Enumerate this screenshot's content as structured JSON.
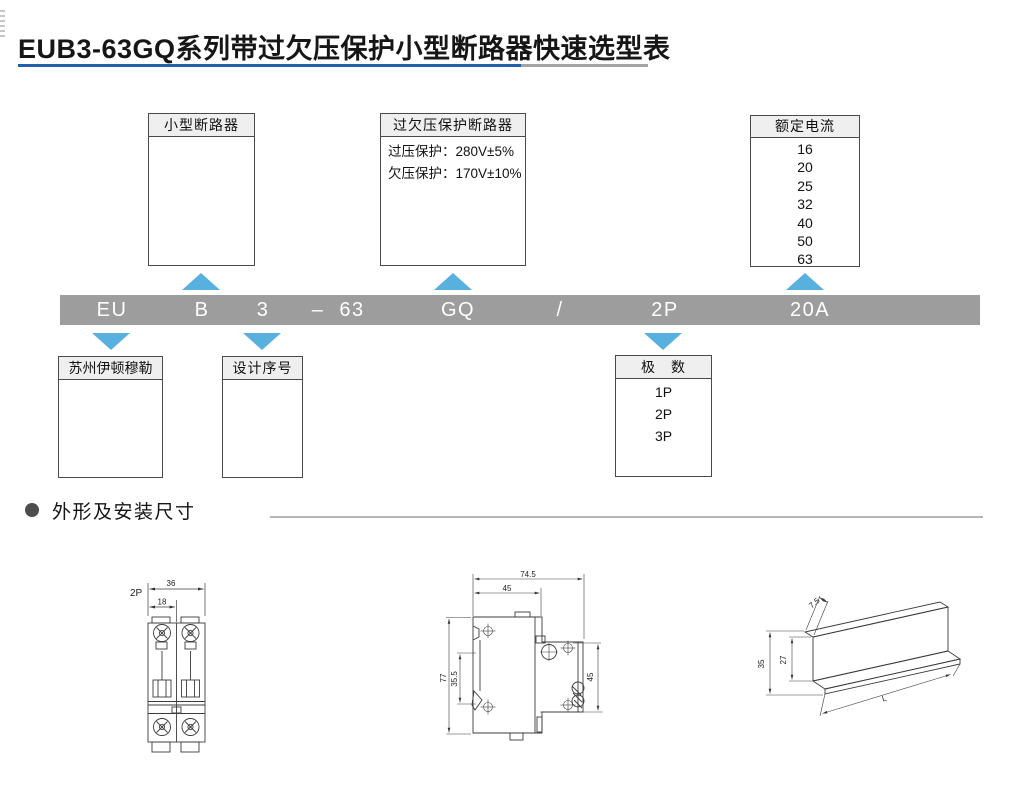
{
  "title": {
    "text": "EUB3-63GQ系列带过欠压保护小型断路器快速选型表"
  },
  "selector": {
    "segments": [
      "EU",
      "B",
      "3",
      "–",
      "63",
      "GQ",
      "/",
      "2P",
      "20A"
    ],
    "top_boxes": [
      {
        "title": "小型断路器",
        "lines": []
      },
      {
        "title": "过欠压保护断路器",
        "lines": [
          "过压保护：280V±5%",
          "欠压保护：170V±10%"
        ]
      },
      {
        "title": "额定电流",
        "lines": [
          "16",
          "20",
          "25",
          "32",
          "40",
          "50",
          "63"
        ]
      }
    ],
    "bottom_boxes": [
      {
        "title": "苏州伊顿穆勒",
        "lines": []
      },
      {
        "title": "设计序号",
        "lines": []
      },
      {
        "title": "极　数",
        "lines": [
          "1P",
          "2P",
          "3P"
        ]
      }
    ]
  },
  "section": {
    "title": "外形及安装尺寸"
  },
  "drawings": {
    "front_view": {
      "label": "2P",
      "dims": {
        "width": "36",
        "inner_width": "18"
      }
    },
    "side_view": {
      "dims": {
        "total_width": "74.5",
        "body_width": "45",
        "height": "77",
        "clip_height": "35.5",
        "plate_height": "45"
      }
    },
    "din_rail": {
      "dims": {
        "lip": "7.5",
        "height": "35",
        "web": "27",
        "length": "L"
      }
    }
  },
  "icons": {
    "up_arrow": "triangle-up",
    "down_arrow": "triangle-down",
    "bullet": "filled-circle"
  },
  "colors": {
    "title_underline_blue": "#2161ab",
    "title_underline_gray": "#a3a3a3",
    "model_bar_gray": "#9d9d9d",
    "connector_blue": "#57b0de",
    "box_border": "#4a4a4a",
    "box_header_bg": "#efefef"
  }
}
